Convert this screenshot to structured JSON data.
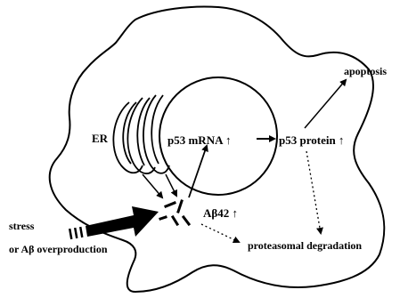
{
  "labels": {
    "er": "ER",
    "p53_mrna": "p53 mRNA ↑",
    "p53_protein": "p53 protein ↑",
    "apoptosis": "apoptosis",
    "abeta42": "Aβ42 ↑",
    "proteasomal": "proteasomal degradation",
    "stress_line1": "stress",
    "stress_line2": "or Aβ overproduction"
  }
}
